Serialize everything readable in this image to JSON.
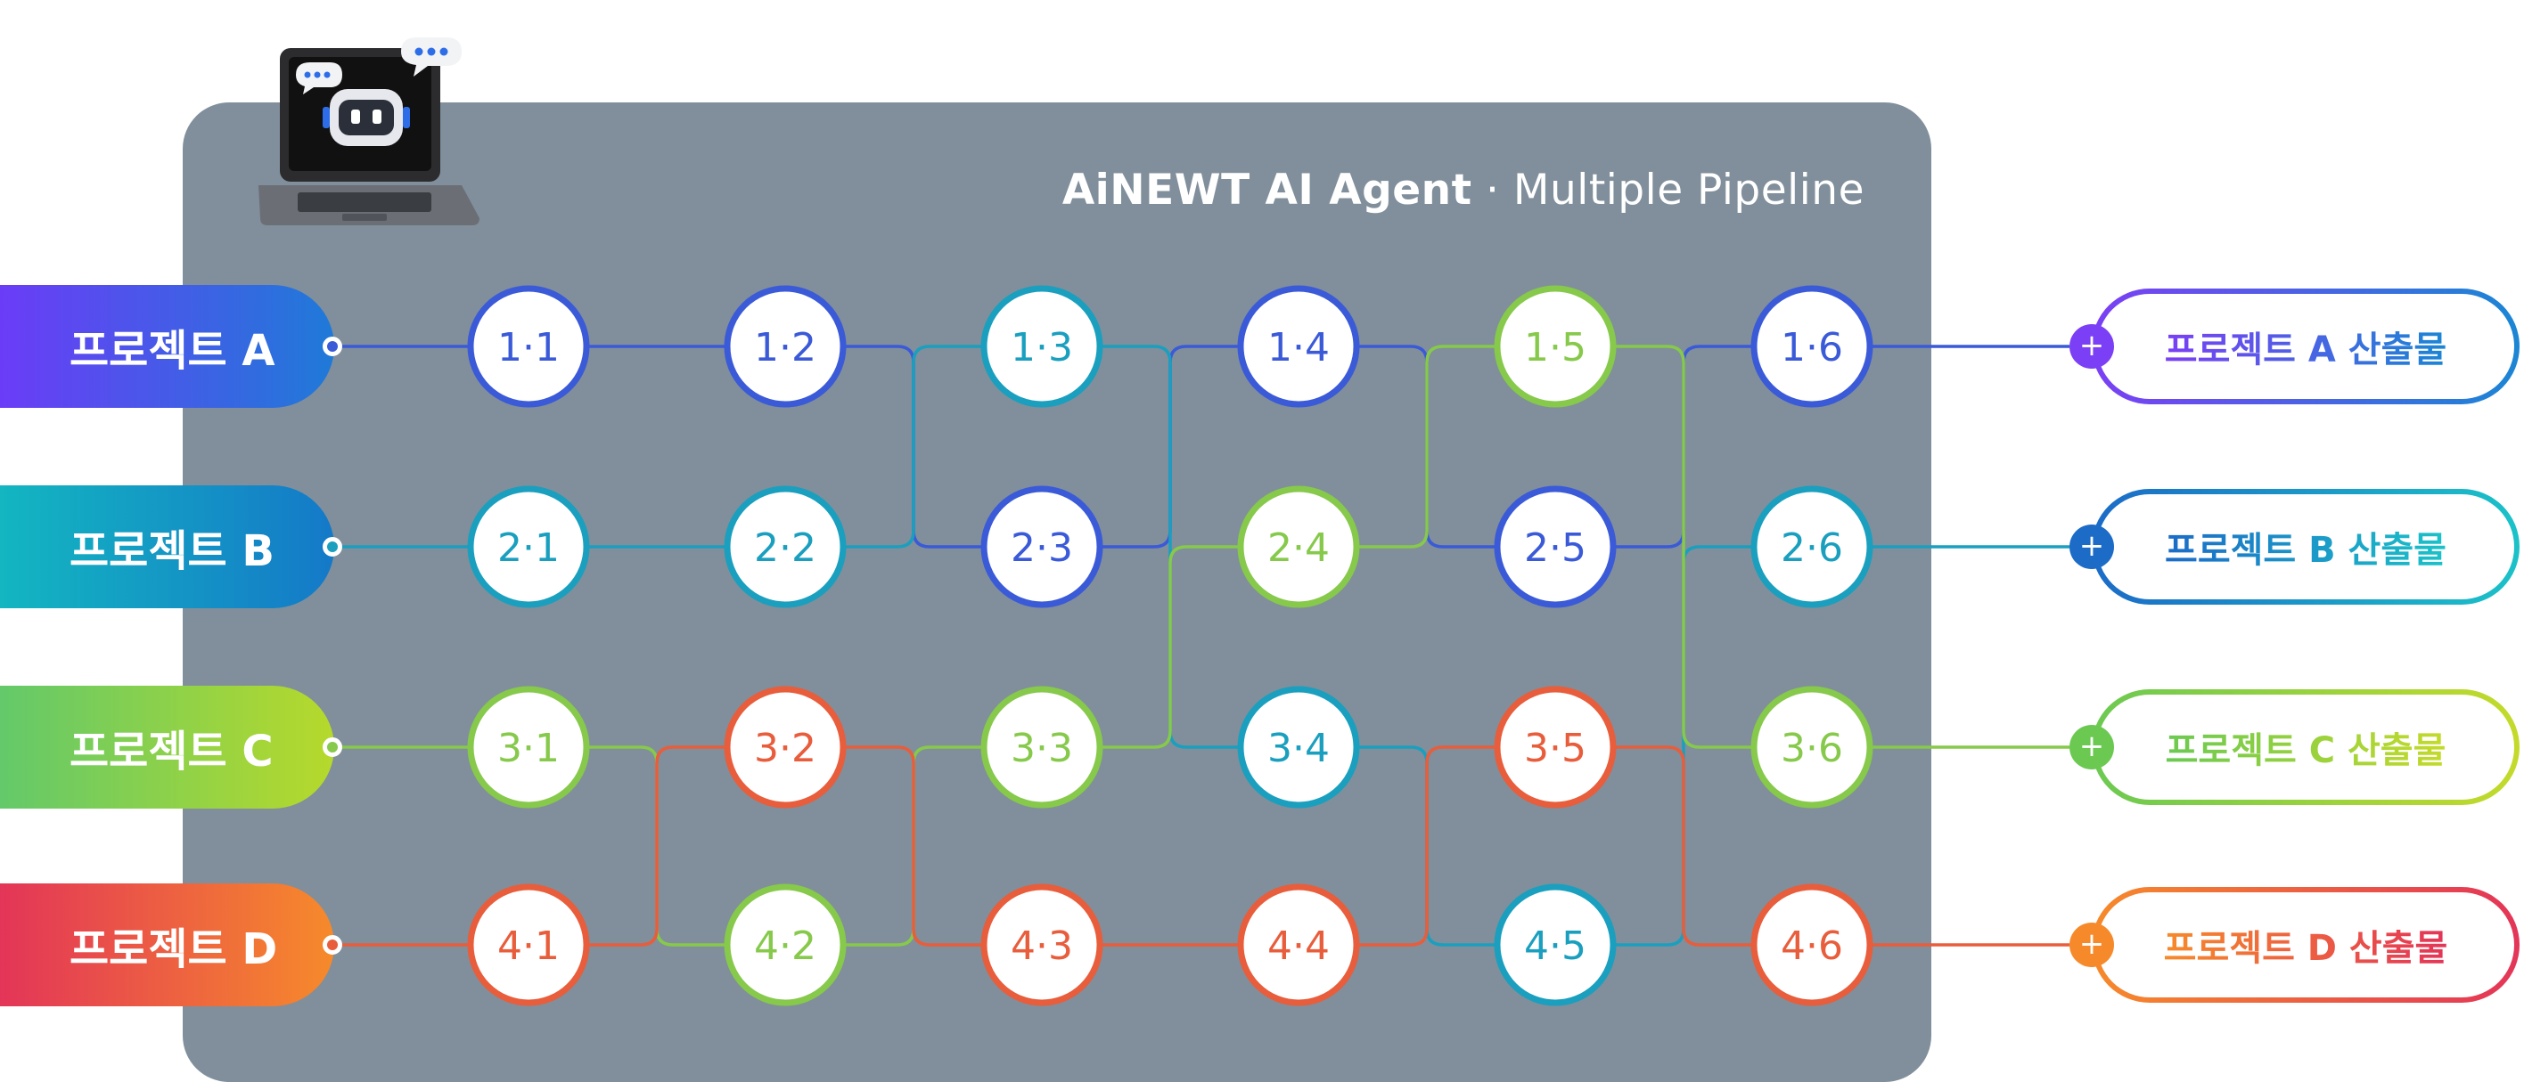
{
  "title": {
    "brand": "AiNEWT AI Agent",
    "separator": "·",
    "subtitle": "Multiple Pipeline"
  },
  "projects": [
    {
      "label": "프로젝트 A",
      "color_start": "#6b3cf7",
      "color_end": "#1f7ad8",
      "line": "#3a5ad8"
    },
    {
      "label": "프로젝트 B",
      "color_start": "#13b6c1",
      "color_end": "#1479c8",
      "line": "#1a9fbf"
    },
    {
      "label": "프로젝트 C",
      "color_start": "#63c96a",
      "color_end": "#b6d92b",
      "line": "#86c94b"
    },
    {
      "label": "프로젝트 D",
      "color_start": "#e33558",
      "color_end": "#f68a2b",
      "line": "#e85d3b"
    }
  ],
  "outputs": [
    {
      "label": "프로젝트 A 산출물",
      "plus": "+",
      "color_start": "#7b3ff5",
      "color_end": "#1b86d4"
    },
    {
      "label": "프로젝트 B 산출물",
      "plus": "+",
      "color_start": "#1b6bc7",
      "color_end": "#1bc2c8"
    },
    {
      "label": "프로젝트 C 산출물",
      "plus": "+",
      "color_start": "#6bc952",
      "color_end": "#c4da2a"
    },
    {
      "label": "프로젝트 D 산출물",
      "plus": "+",
      "color_start": "#f68a2b",
      "color_end": "#e33558"
    }
  ],
  "nodes": [
    [
      {
        "label": "1·1",
        "color": "#3a5ad8"
      },
      {
        "label": "1·2",
        "color": "#3a5ad8"
      },
      {
        "label": "1·3",
        "color": "#1a9fbf"
      },
      {
        "label": "1·4",
        "color": "#3a5ad8"
      },
      {
        "label": "1·5",
        "color": "#86c94b"
      },
      {
        "label": "1·6",
        "color": "#3a5ad8"
      }
    ],
    [
      {
        "label": "2·1",
        "color": "#1a9fbf"
      },
      {
        "label": "2·2",
        "color": "#1a9fbf"
      },
      {
        "label": "2·3",
        "color": "#3a5ad8"
      },
      {
        "label": "2·4",
        "color": "#86c94b"
      },
      {
        "label": "2·5",
        "color": "#3a5ad8"
      },
      {
        "label": "2·6",
        "color": "#1a9fbf"
      }
    ],
    [
      {
        "label": "3·1",
        "color": "#86c94b"
      },
      {
        "label": "3·2",
        "color": "#e85d3b"
      },
      {
        "label": "3·3",
        "color": "#86c94b"
      },
      {
        "label": "3·4",
        "color": "#1a9fbf"
      },
      {
        "label": "3·5",
        "color": "#e85d3b"
      },
      {
        "label": "3·6",
        "color": "#86c94b"
      }
    ],
    [
      {
        "label": "4·1",
        "color": "#e85d3b"
      },
      {
        "label": "4·2",
        "color": "#86c94b"
      },
      {
        "label": "4·3",
        "color": "#e85d3b"
      },
      {
        "label": "4·4",
        "color": "#e85d3b"
      },
      {
        "label": "4·5",
        "color": "#1a9fbf"
      },
      {
        "label": "4·6",
        "color": "#e85d3b"
      }
    ]
  ],
  "pipelines": [
    {
      "project": 0,
      "path": [
        [
          0,
          0
        ],
        [
          0,
          1
        ],
        [
          1,
          2
        ],
        [
          0,
          3
        ],
        [
          1,
          4
        ],
        [
          0,
          5
        ]
      ]
    },
    {
      "project": 1,
      "path": [
        [
          1,
          0
        ],
        [
          1,
          1
        ],
        [
          0,
          2
        ],
        [
          2,
          3
        ],
        [
          3,
          4
        ],
        [
          1,
          5
        ]
      ]
    },
    {
      "project": 2,
      "path": [
        [
          2,
          0
        ],
        [
          3,
          1
        ],
        [
          2,
          2
        ],
        [
          1,
          3
        ],
        [
          0,
          4
        ],
        [
          2,
          5
        ]
      ]
    },
    {
      "project": 3,
      "path": [
        [
          3,
          0
        ],
        [
          2,
          1
        ],
        [
          3,
          2
        ],
        [
          3,
          3
        ],
        [
          2,
          4
        ],
        [
          3,
          5
        ]
      ]
    }
  ],
  "laptop_icon": "robot-laptop-icon"
}
